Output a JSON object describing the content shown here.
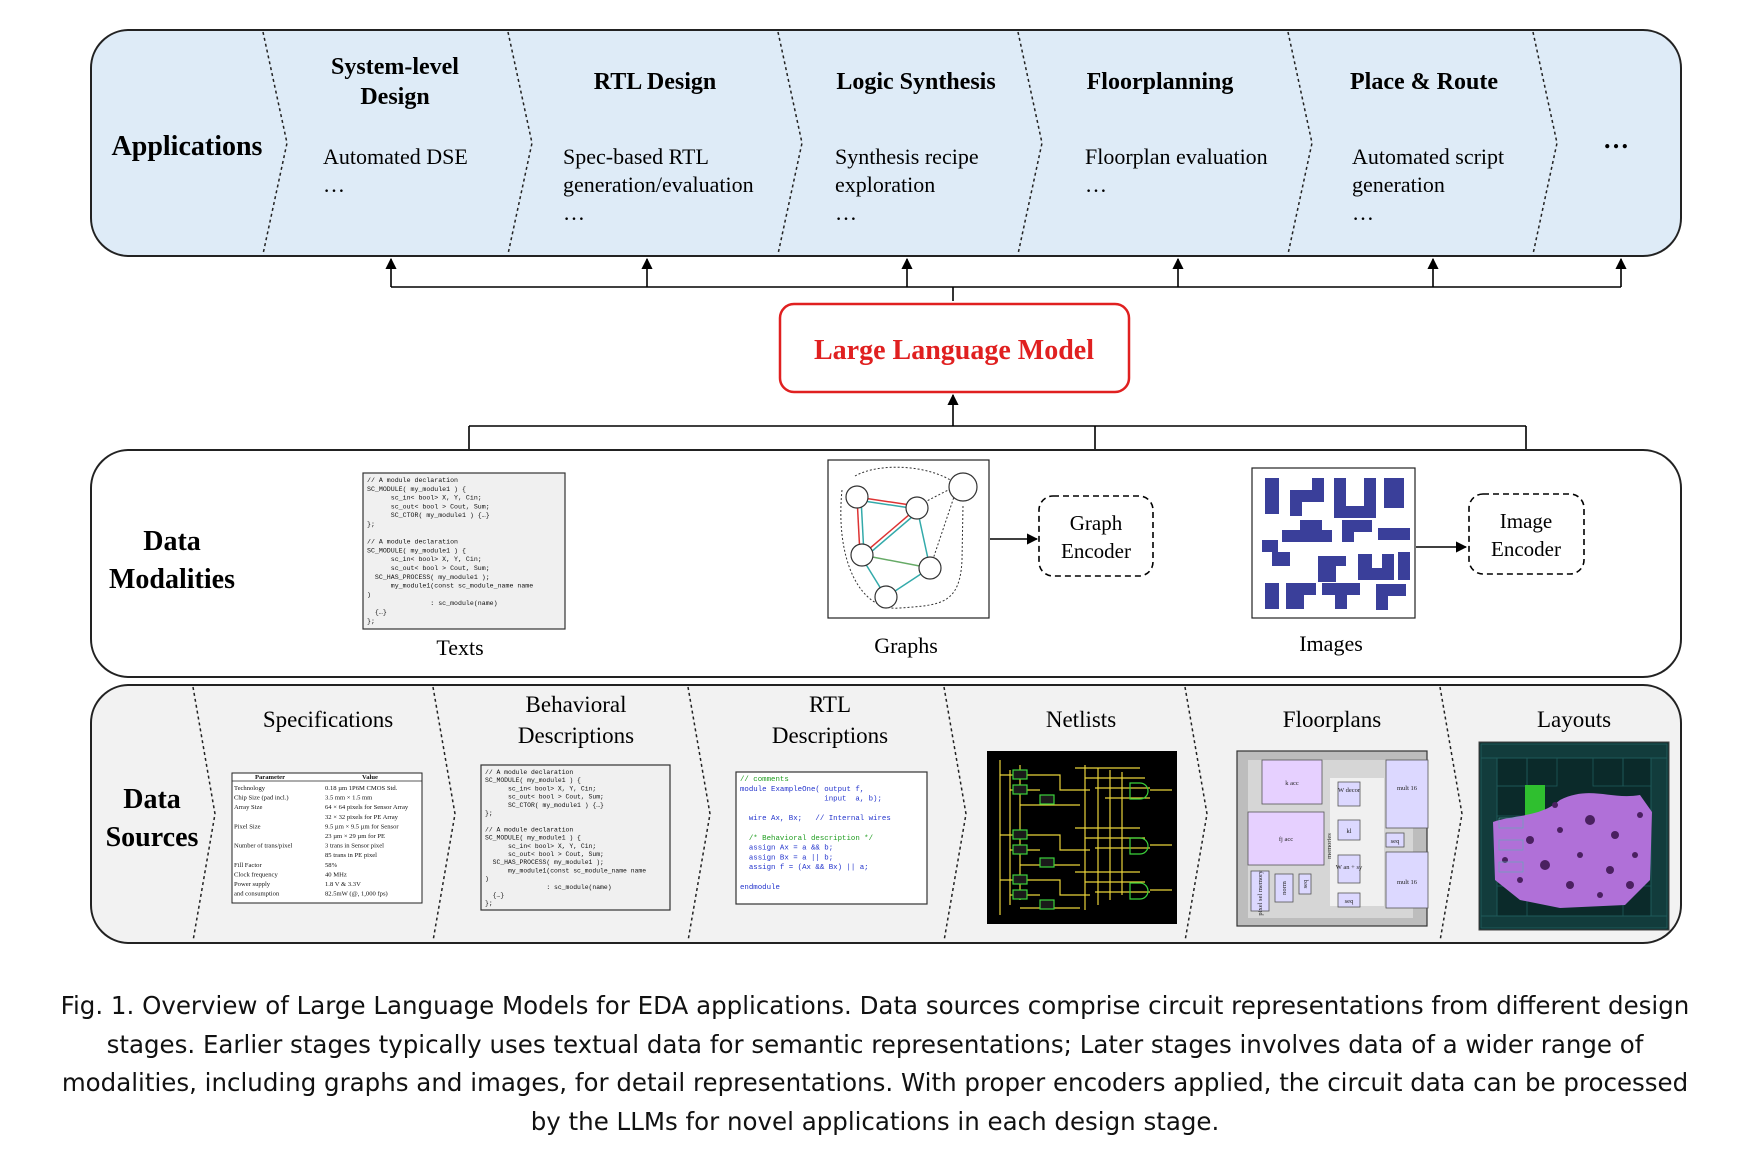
{
  "applications": {
    "title": "Applications",
    "stages": [
      {
        "name_lines": [
          "System-level",
          "Design"
        ],
        "desc_lines": [
          "Automated DSE",
          "…"
        ]
      },
      {
        "name_lines": [
          "RTL Design"
        ],
        "desc_lines": [
          "Spec-based RTL",
          "generation/evaluation",
          "…"
        ]
      },
      {
        "name_lines": [
          "Logic Synthesis"
        ],
        "desc_lines": [
          "Synthesis recipe",
          "exploration",
          "…"
        ]
      },
      {
        "name_lines": [
          "Floorplanning"
        ],
        "desc_lines": [
          "Floorplan evaluation",
          "…"
        ]
      },
      {
        "name_lines": [
          "Place & Route"
        ],
        "desc_lines": [
          "Automated script",
          "generation",
          "…"
        ]
      }
    ],
    "more": "…"
  },
  "llm": {
    "label": "Large Language Model"
  },
  "modalities": {
    "title_lines": [
      "Data",
      "Modalities"
    ],
    "texts_label": "Texts",
    "graphs_label": "Graphs",
    "images_label": "Images",
    "graph_encoder_lines": [
      "Graph",
      "Encoder"
    ],
    "image_encoder_lines": [
      "Image",
      "Encoder"
    ],
    "code_lines": [
      "// A module declaration",
      "SC_MODULE( my_module1 ) {",
      "      sc_in< bool> X, Y, Cin;",
      "      sc_out< bool > Cout, Sum;",
      "      SC_CTOR( my_module1 ) {…}",
      "};",
      "",
      "// A module declaration",
      "SC_MODULE( my_module1 ) {",
      "      sc_in< bool> X, Y, Cin;",
      "      sc_out< bool > Cout, Sum;",
      "  SC_HAS_PROCESS( my_module1 );",
      "      my_module1(const sc_module_name name",
      ")",
      "                : sc_module(name)",
      "  {…}",
      "};"
    ]
  },
  "sources": {
    "title_lines": [
      "Data",
      "Sources"
    ],
    "items": [
      {
        "label_lines": [
          "Specifications"
        ]
      },
      {
        "label_lines": [
          "Behavioral",
          "Descriptions"
        ]
      },
      {
        "label_lines": [
          "RTL",
          "Descriptions"
        ]
      },
      {
        "label_lines": [
          "Netlists"
        ]
      },
      {
        "label_lines": [
          "Floorplans"
        ]
      },
      {
        "label_lines": [
          "Layouts"
        ]
      }
    ],
    "spec_table": {
      "headers": [
        "Parameter",
        "Value"
      ],
      "rows": [
        [
          "Technology",
          "0.18 µm 1P6M CMOS Std."
        ],
        [
          "Chip Size (pad incl.)",
          "3.5 mm × 1.5 mm"
        ],
        [
          "Array Size",
          "64 × 64 pixels for Sensor Array"
        ],
        [
          "",
          "32 × 32 pixels for PE Array"
        ],
        [
          "Pixel Size",
          "9.5 µm × 9.5 µm for Sensor"
        ],
        [
          "",
          "23 µm × 29 µm for PE"
        ],
        [
          "Number of trans/pixel",
          "3 trans in Sensor pixel"
        ],
        [
          "",
          "85 trans in PE pixel"
        ],
        [
          "Fill Factor",
          "58%"
        ],
        [
          "Clock frequency",
          "40 MHz"
        ],
        [
          "Power supply",
          "1.8 V & 3.3V"
        ],
        [
          "and consumption",
          "82.5mW (@, 1,000 fps)"
        ]
      ]
    },
    "rtl_code": [
      {
        "text": "// comments",
        "color": "#1f9d1f"
      },
      {
        "text": "module ExampleOne( output f,",
        "color": "#2233cc"
      },
      {
        "text": "                   input  a, b);",
        "color": "#2233cc"
      },
      {
        "text": "",
        "color": "#000000"
      },
      {
        "text": "  wire Ax, Bx;   // Internal wires",
        "color": "#2233cc"
      },
      {
        "text": "",
        "color": "#000000"
      },
      {
        "text": "  /* Behavioral description */",
        "color": "#1f9d1f"
      },
      {
        "text": "  assign Ax = a && b;",
        "color": "#2233cc"
      },
      {
        "text": "  assign Bx = a || b;",
        "color": "#2233cc"
      },
      {
        "text": "  assign f = (Ax && Bx) || a;",
        "color": "#2233cc"
      },
      {
        "text": "",
        "color": "#000000"
      },
      {
        "text": "endmodule",
        "color": "#2233cc"
      }
    ],
    "floorplan_blocks": [
      "k acc",
      "fj acc",
      "W decor",
      "kl",
      "mult 16",
      "seq",
      "memories",
      "W an + sy",
      "mult 16",
      "pixel sel memory",
      "norm",
      "seq",
      "seq"
    ]
  },
  "caption_lines": [
    "Fig. 1.  Overview of Large Language Models for EDA applications. Data sources comprise circuit representations from different design",
    "stages. Earlier stages typically uses textual data for semantic representations; Later stages involves data of a wider range of",
    "modalities, including graphs and images, for detail representations. With proper encoders applied, the circuit data can be processed",
    "by the LLMs for novel applications in each design stage."
  ],
  "colors": {
    "applications_fill": "#deebf7",
    "sources_fill": "#f2f2f2",
    "llm_border": "#e02020",
    "llm_text": "#e02020",
    "image_blue": "#3a3f9a",
    "layout_purple": "#b070d8"
  }
}
